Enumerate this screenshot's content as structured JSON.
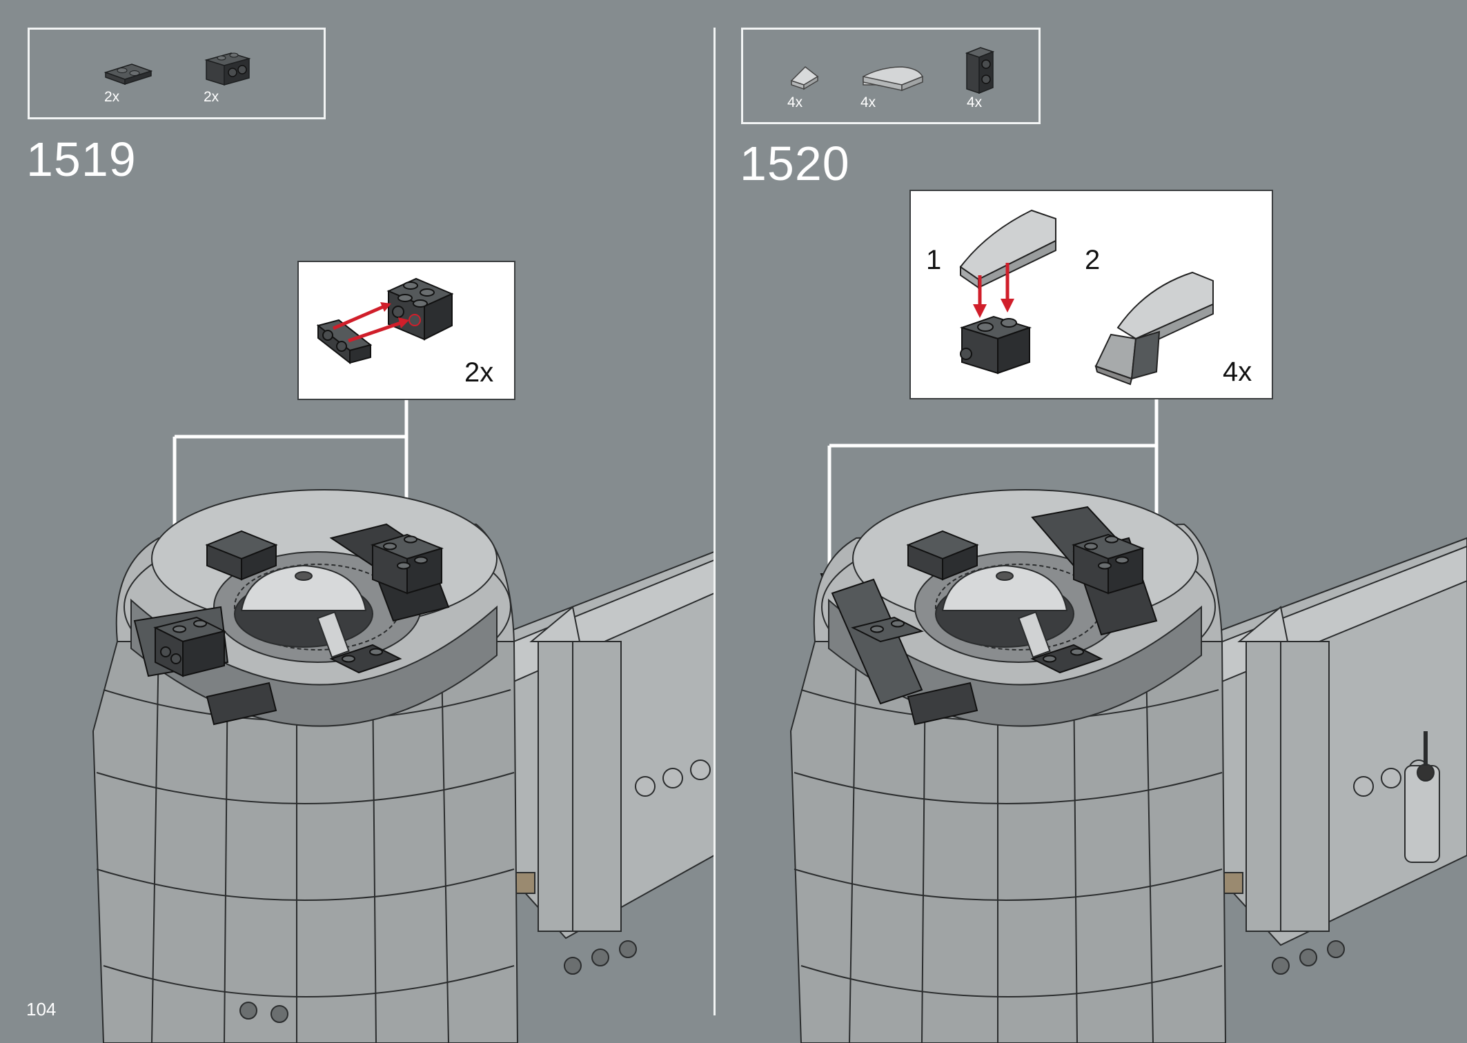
{
  "page": {
    "number": "104"
  },
  "colors": {
    "background": "#858c8f",
    "panel_border": "#f2f4f4",
    "arrow_red": "#d01e2a",
    "dark_brick": "#3b3d3f",
    "light_part": "#b9bcbd",
    "model_grey": "#a4a8a9"
  },
  "step_1519": {
    "number": "1519",
    "parts": [
      {
        "icon": "dark-grey-plate-1x2-icon",
        "qty": "2x"
      },
      {
        "icon": "dark-grey-brick-1x2-studs-on-side-icon",
        "qty": "2x"
      }
    ],
    "callout_qty": "2x"
  },
  "step_1520": {
    "number": "1520",
    "parts": [
      {
        "icon": "light-grey-wedge-slope-icon",
        "qty": "4x"
      },
      {
        "icon": "light-grey-curved-slope-icon",
        "qty": "4x"
      },
      {
        "icon": "dark-grey-brick-studs-on-side-icon",
        "qty": "4x"
      }
    ],
    "callout": {
      "sub_step_1": "1",
      "sub_step_2": "2",
      "qty": "4x"
    }
  }
}
